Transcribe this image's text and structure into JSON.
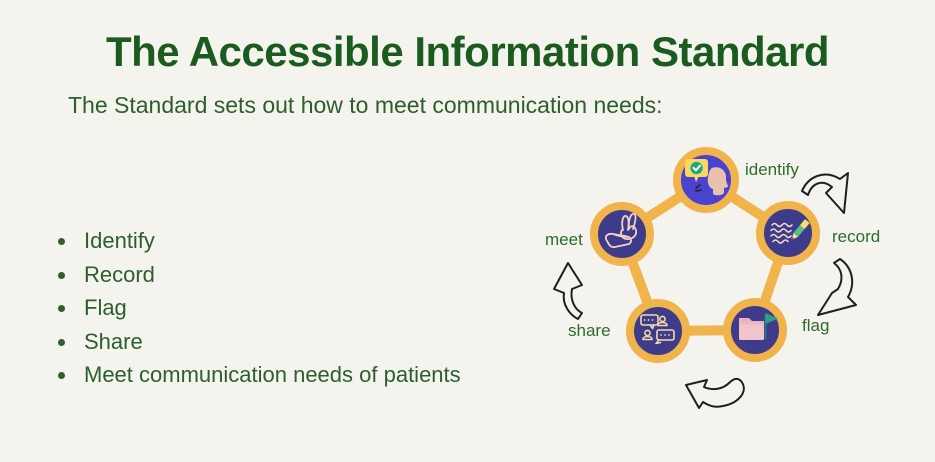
{
  "page": {
    "title": "The Accessible Information Standard",
    "subtitle": "The Standard sets out how to meet communication needs:",
    "bullets": [
      "Identify",
      "Record",
      "Flag",
      "Share",
      "Meet communication needs of patients"
    ]
  },
  "diagram": {
    "type": "cycle",
    "nodes": [
      {
        "label": "identify",
        "icon": "speech-bubble-check-face-icon"
      },
      {
        "label": "record",
        "icon": "pencil-writing-icon"
      },
      {
        "label": "flag",
        "icon": "folder-flag-icon"
      },
      {
        "label": "share",
        "icon": "chat-exchange-people-icon"
      },
      {
        "label": "meet",
        "icon": "sign-language-hands-icon"
      }
    ],
    "flow": [
      "identify",
      "record",
      "flag",
      "share",
      "meet"
    ]
  },
  "colors": {
    "background": "#f4f3ee",
    "title_green": "#1c5b1f",
    "body_green": "#2d5e2d",
    "label_green": "#2e6b2e",
    "ring_orange": "#f1b44c",
    "node_navy": "#3e3b8b",
    "node_indigo": "#4a43cf",
    "arrow_ink": "#1f1f1f"
  }
}
